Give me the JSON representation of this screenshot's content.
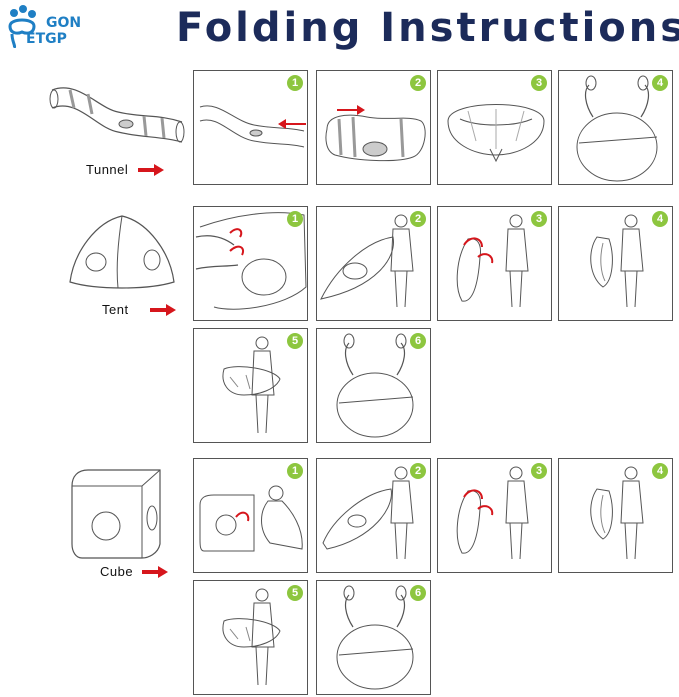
{
  "logo": {
    "line1": "GON",
    "line2": "ETGP",
    "paw_color": "#1f7fc4"
  },
  "title": "Folding Instructions",
  "colors": {
    "title": "#1c2b5a",
    "badge": "#8dc63f",
    "arrow": "#d6161c",
    "line": "#555555"
  },
  "rows": [
    {
      "label": "Tunnel",
      "steps": [
        "1",
        "2",
        "3",
        "4"
      ]
    },
    {
      "label": "Tent",
      "steps": [
        "1",
        "2",
        "3",
        "4",
        "5",
        "6"
      ]
    },
    {
      "label": "Cube",
      "steps": [
        "1",
        "2",
        "3",
        "4",
        "5",
        "6"
      ]
    }
  ]
}
